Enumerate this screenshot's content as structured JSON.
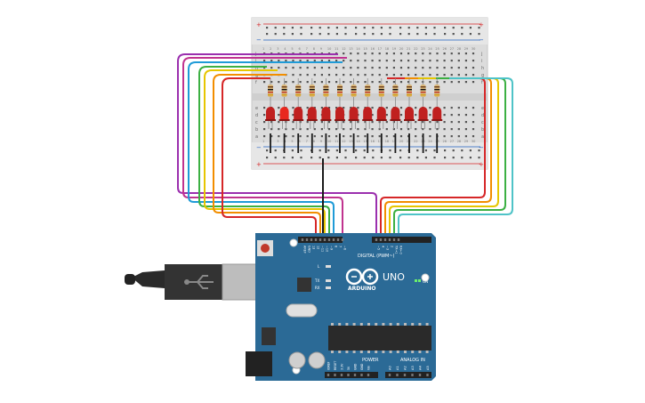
{
  "breadboard": {
    "row_letters_top": [
      "j",
      "i",
      "h",
      "g",
      "f"
    ],
    "row_letters_bottom": [
      "e",
      "d",
      "c",
      "b",
      "a"
    ],
    "power_plus": "+",
    "power_minus": "−",
    "column_numbers": [
      "1",
      "2",
      "3",
      "4",
      "5",
      "6",
      "7",
      "8",
      "9",
      "10",
      "11",
      "12",
      "13",
      "14",
      "15",
      "16",
      "17",
      "18",
      "19",
      "20",
      "21",
      "22",
      "23",
      "24",
      "25",
      "26",
      "27",
      "28",
      "29",
      "30"
    ]
  },
  "leds": {
    "count": 13,
    "color": "#c0201f",
    "lit_indices": [
      1
    ]
  },
  "arduino": {
    "board_color": "#2b6a96",
    "logo_text": "ARDUINO",
    "model": "UNO",
    "on_label": "ON",
    "digital_label": "DIGITAL (PWM~)",
    "power_label": "POWER",
    "analog_label": "ANALOG IN",
    "led_labels": [
      "L",
      "TX",
      "RX"
    ],
    "digital_pins": [
      "AREF",
      "GND",
      "13",
      "12",
      "~11",
      "~10",
      "~9",
      "8",
      "7",
      "~6",
      "~5",
      "4",
      "~3",
      "2",
      "TX→1",
      "RX←0"
    ],
    "power_pins": [
      "IOREF",
      "RESET",
      "3.3V",
      "5V",
      "GND",
      "GND",
      "Vin"
    ],
    "analog_pins": [
      "A0",
      "A1",
      "A2",
      "A3",
      "A4",
      "A5"
    ]
  },
  "wires": {
    "colors": [
      "#d62728",
      "#f28e00",
      "#e6c600",
      "#3cb043",
      "#1f9bd7",
      "#9b2fae",
      "#c0338f",
      "#4fc3c7"
    ]
  }
}
